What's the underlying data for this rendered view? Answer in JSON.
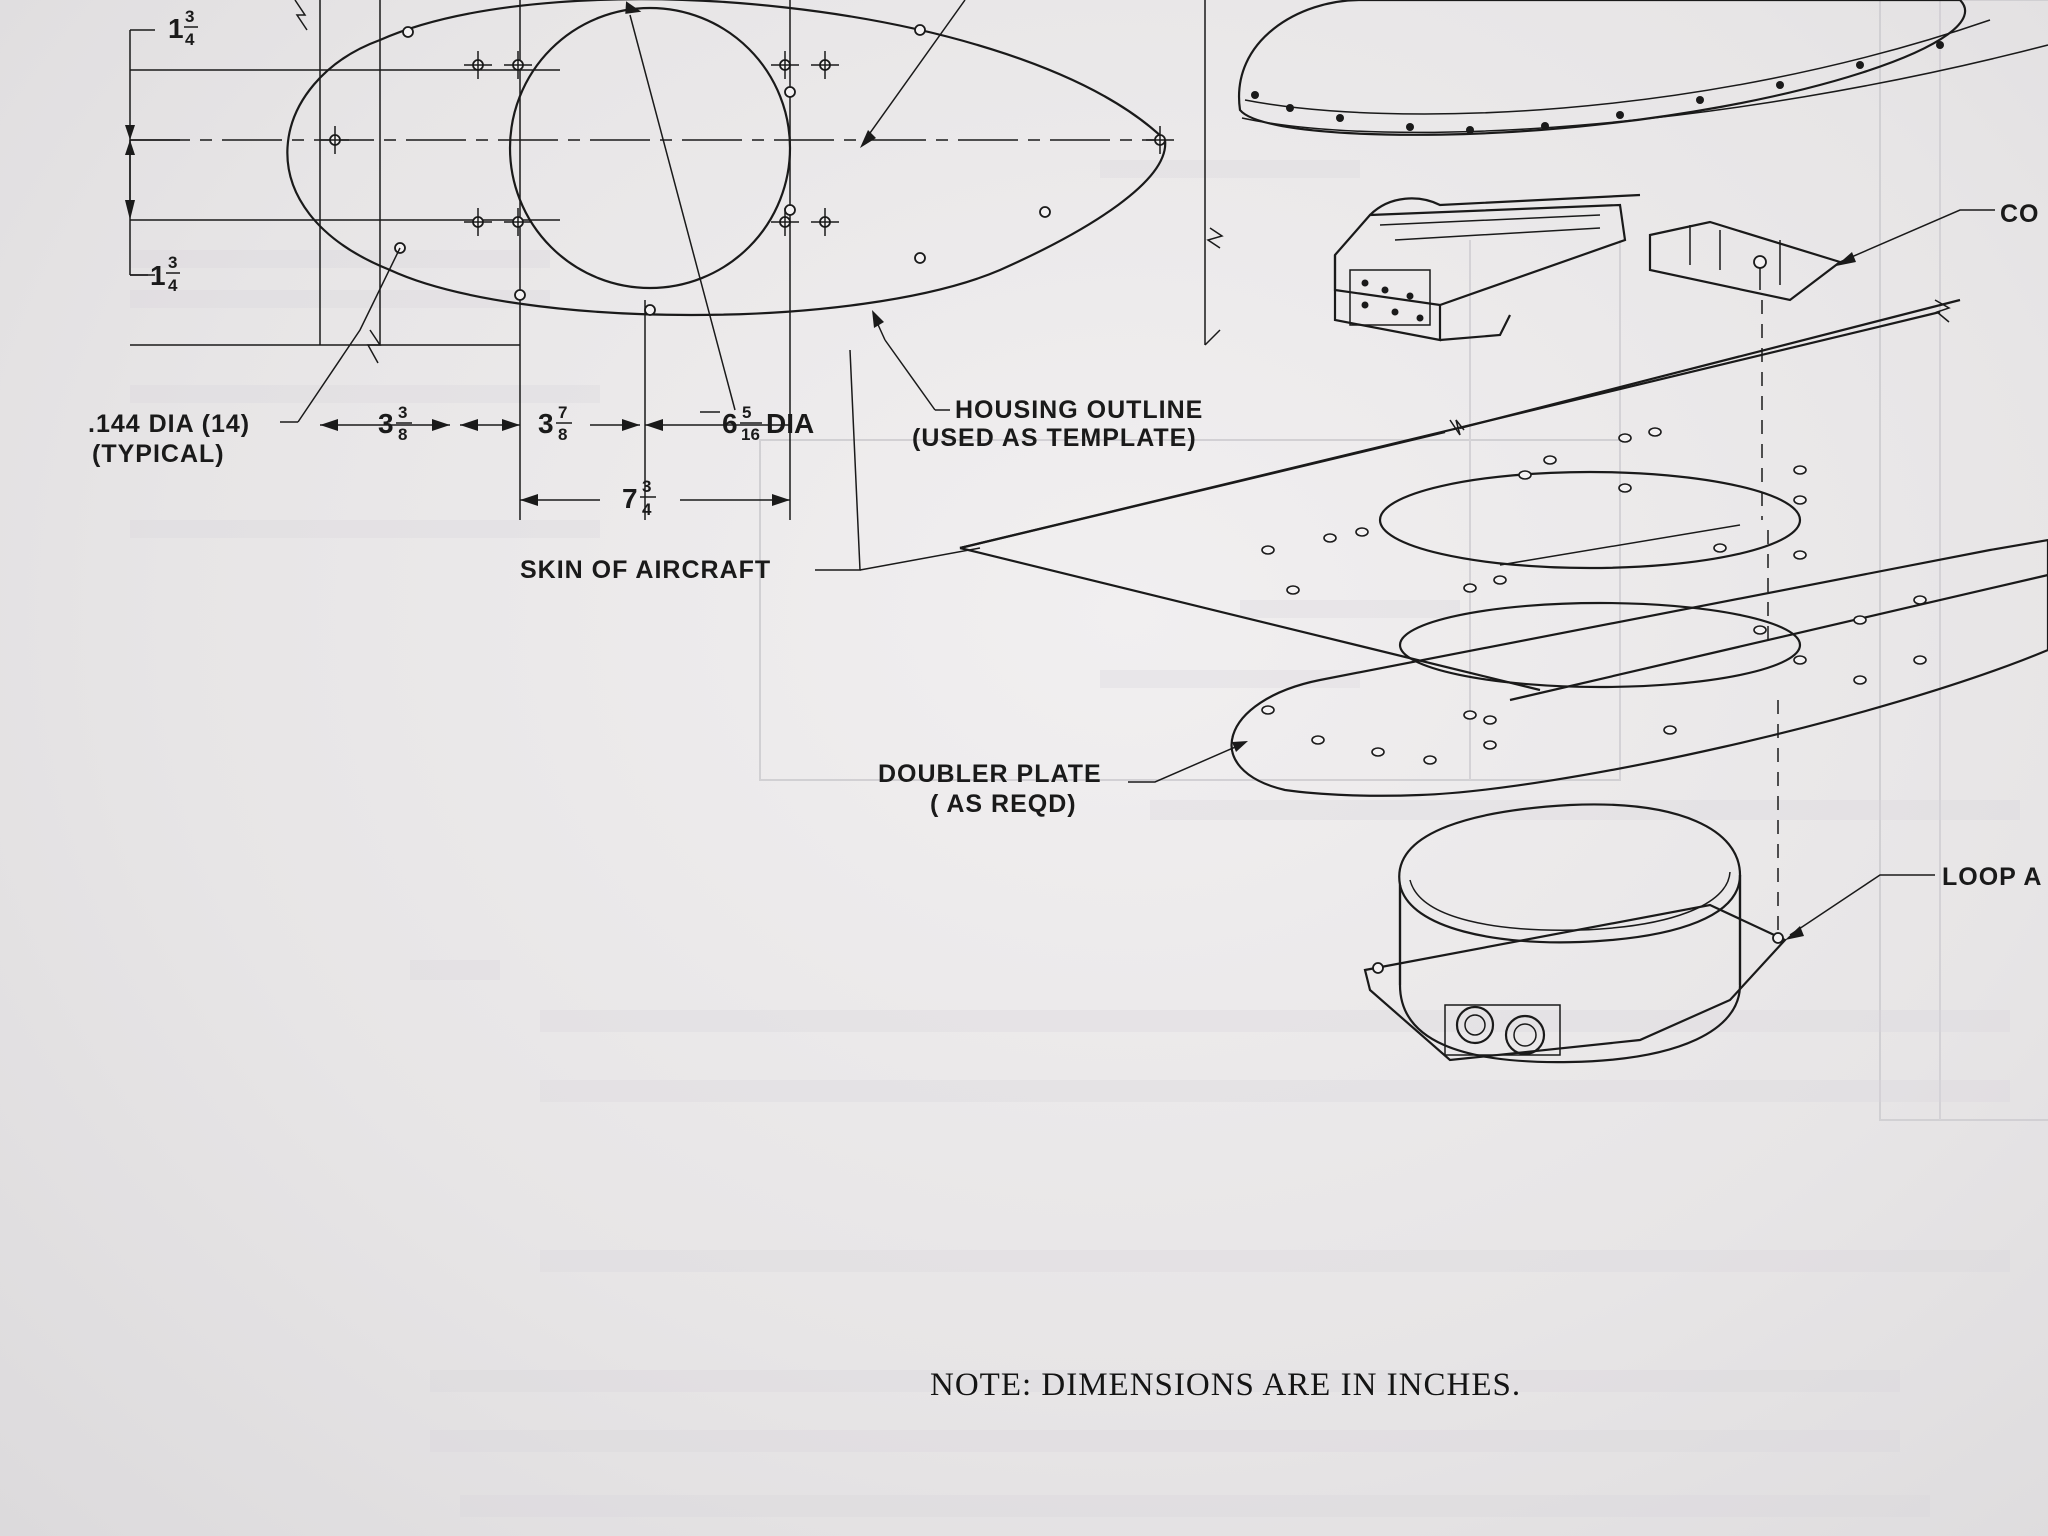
{
  "dimensions": {
    "top_offset": {
      "whole": "1",
      "num": "3",
      "den": "4"
    },
    "bottom_offset": {
      "whole": "1",
      "num": "3",
      "den": "4"
    },
    "spacing_a": {
      "whole": "3",
      "num": "3",
      "den": "8"
    },
    "spacing_b": {
      "whole": "3",
      "num": "7",
      "den": "8"
    },
    "overall": {
      "whole": "7",
      "num": "3",
      "den": "4"
    },
    "circle": {
      "whole": "6",
      "num": "5",
      "den": "16",
      "suffix": "DIA"
    }
  },
  "labels": {
    "hole_dia_line1": ".144 DIA (14)",
    "hole_dia_line2": "(TYPICAL)",
    "housing_line1": "HOUSING OUTLINE",
    "housing_line2": "(USED AS TEMPLATE)",
    "skin": "SKIN OF AIRCRAFT",
    "doubler_line1": "DOUBLER PLATE",
    "doubler_line2": "( AS REQD)",
    "connector_cut": "CO",
    "loop_cut": "LOOP A"
  },
  "note": "NOTE:    DIMENSIONS ARE IN INCHES.",
  "colors": {
    "ink": "#1a1a1a",
    "paper": "#eceaeb",
    "bleed": "#c9c7cb"
  }
}
